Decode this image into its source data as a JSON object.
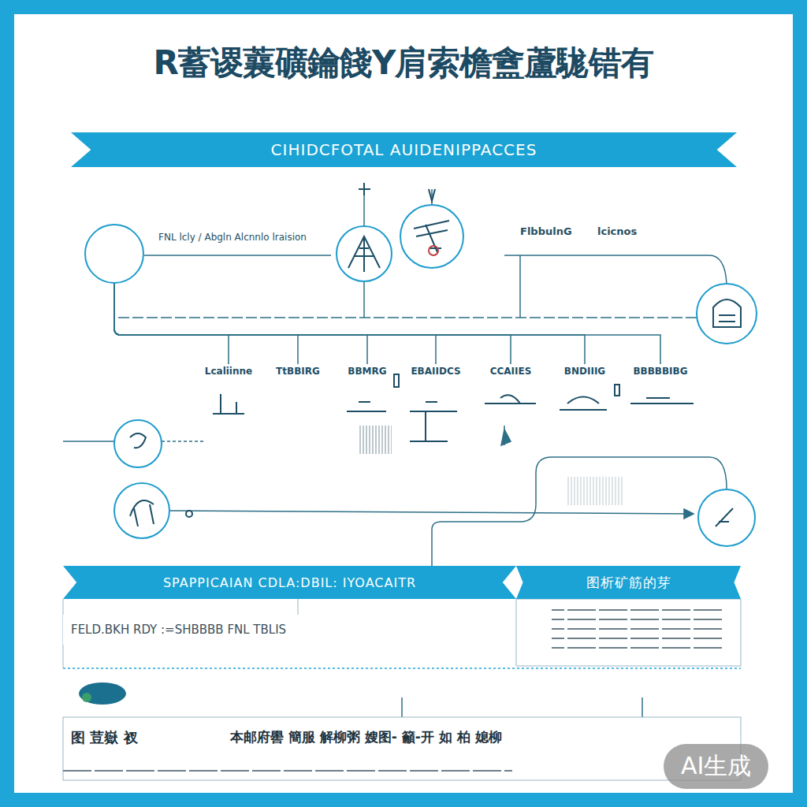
{
  "diagram": {
    "title": "R蓄谡蘘礦鑰餞Y肩索檐盦蘆駹错有",
    "nodes": [
      {
        "text": [
          "CIHIDCFOTAL AUIDENIPPACCES"
        ]
      },
      {
        "text": [
          "FNL lcly / Abgln Alcnnlo lraision"
        ]
      },
      {
        "text": [
          "Lcaliinne"
        ]
      },
      {
        "text": [
          "TtBBIRG"
        ]
      },
      {
        "text": [
          "BBMRG"
        ]
      },
      {
        "text": [
          "EBAIIDCS"
        ]
      },
      {
        "text": [
          "CCAIIES"
        ]
      },
      {
        "text": [
          "BNDIIIG"
        ]
      },
      {
        "text": [
          "BBBBBIBG"
        ]
      },
      {
        "text": [
          "SPAPPICAIAN CDLA:DBIL: IYOACAITR"
        ]
      },
      {
        "text": [
          "FELD.BKH RDY :=SHBBBB FNL TBLIS"
        ]
      },
      {
        "text": [
          "图析矿筋的芽"
        ]
      },
      {
        "text": [
          "图 荳嶽 衩",
          "本邮府嚳 簡服 解柳粥 嫂图- 籲-开 如 柏 媳柳"
        ]
      }
    ],
    "edges": [
      {
        "from": 1,
        "to": 2,
        "arrow": "none"
      },
      {
        "from": 1,
        "to": 3,
        "arrow": "none"
      },
      {
        "from": 1,
        "to": 4,
        "arrow": "none"
      },
      {
        "from": 1,
        "to": 5,
        "arrow": "none"
      },
      {
        "from": 1,
        "to": 6,
        "arrow": "none"
      },
      {
        "from": 1,
        "to": 7,
        "arrow": "none"
      },
      {
        "from": 1,
        "to": 8,
        "arrow": "none"
      }
    ],
    "labels": [
      "FlbbulnG",
      "lcicnos",
      "AI生成"
    ]
  }
}
